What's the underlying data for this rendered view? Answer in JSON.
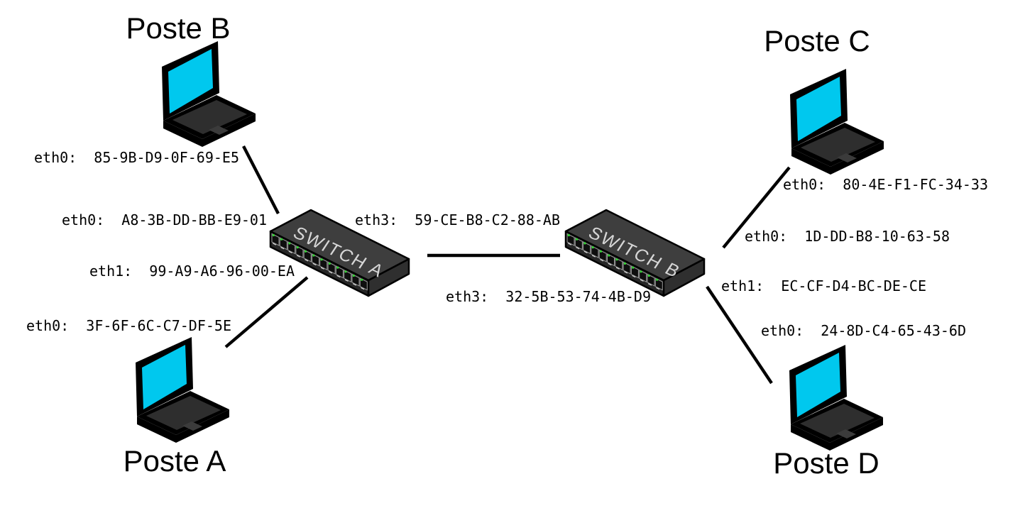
{
  "colors": {
    "screen_cyan": "#00c8ee",
    "switch_body": "#3e3e3e",
    "led_green": "#35d435",
    "link": "#000000"
  },
  "nodes": {
    "poste_a": {
      "title": "Poste A",
      "iface_eth0": "eth0:  3F-6F-6C-C7-DF-5E"
    },
    "poste_b": {
      "title": "Poste B",
      "iface_eth0": "eth0:  85-9B-D9-0F-69-E5"
    },
    "poste_c": {
      "title": "Poste C",
      "iface_eth0": "eth0:  80-4E-F1-FC-34-33"
    },
    "poste_d": {
      "title": "Poste D",
      "iface_eth0": "eth0:  24-8D-C4-65-43-6D"
    },
    "switch_a": {
      "title": "SWITCH A",
      "iface_eth0": "eth0:  A8-3B-DD-BB-E9-01",
      "iface_eth1": "eth1:  99-A9-A6-96-00-EA",
      "iface_eth3": "eth3:  59-CE-B8-C2-88-AB"
    },
    "switch_b": {
      "title": "SWITCH B",
      "iface_eth0": "eth0:  1D-DD-B8-10-63-58",
      "iface_eth1": "eth1:  EC-CF-D4-BC-DE-CE",
      "iface_eth3": "eth3:  32-5B-53-74-4B-D9"
    }
  },
  "links": [
    {
      "from": "poste_b.eth0",
      "to": "switch_a.eth0"
    },
    {
      "from": "poste_a.eth0",
      "to": "switch_a.eth1"
    },
    {
      "from": "switch_a.eth3",
      "to": "switch_b.eth3"
    },
    {
      "from": "poste_c.eth0",
      "to": "switch_b.eth0"
    },
    {
      "from": "poste_d.eth0",
      "to": "switch_b.eth1"
    }
  ]
}
